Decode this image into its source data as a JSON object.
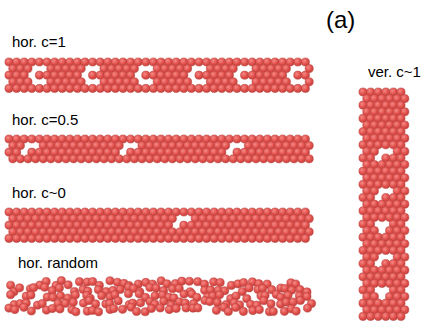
{
  "diagram": {
    "labels": [
      "(a)",
      "hor. c=1",
      "ver. c~1",
      "hor. c=0.5",
      "hor. c~0",
      "hor. random"
    ]
  }
}
